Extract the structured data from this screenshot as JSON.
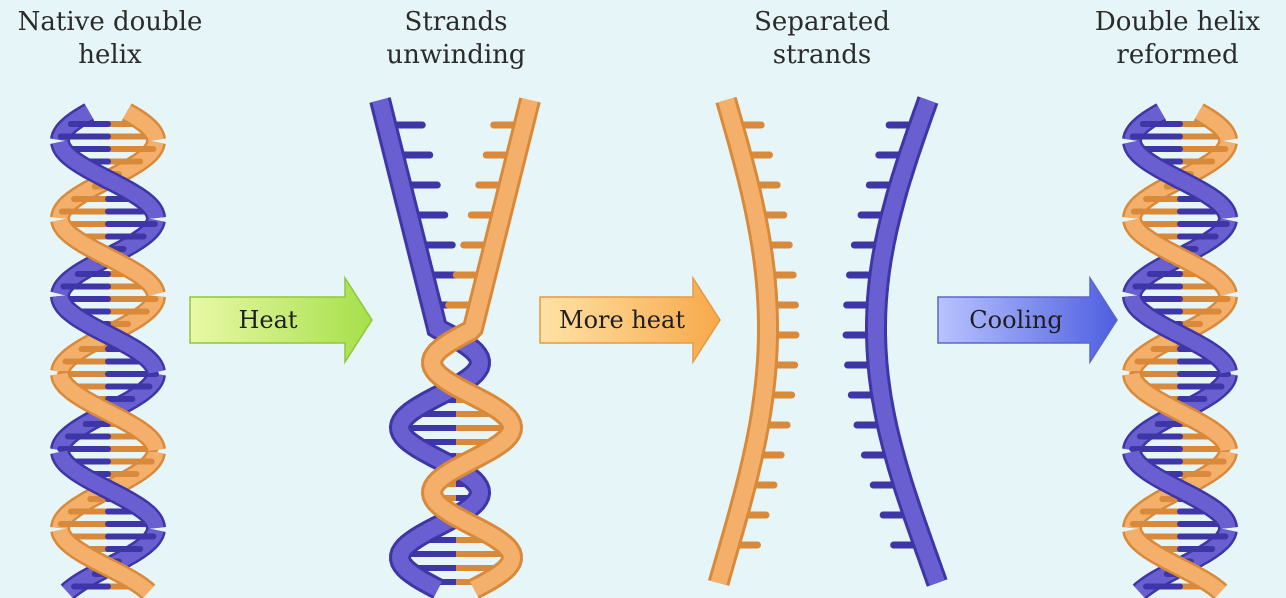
{
  "stages": [
    {
      "label": "Native double\nhelix"
    },
    {
      "label": "Strands\nunwinding"
    },
    {
      "label": "Separated\nstrands"
    },
    {
      "label": "Double helix\nreformed"
    }
  ],
  "steps": [
    {
      "label": "Heat",
      "color": "#c8f07a"
    },
    {
      "label": "More heat",
      "color": "#ffc97a"
    },
    {
      "label": "Cooling",
      "color": "#7f8ff0"
    }
  ],
  "colors": {
    "background": "#e6f6f8",
    "strand_blue": "#6a5fd0",
    "strand_blue_dark": "#3e35a6",
    "strand_orange": "#f4b06a",
    "strand_orange_dark": "#d88a3a"
  }
}
